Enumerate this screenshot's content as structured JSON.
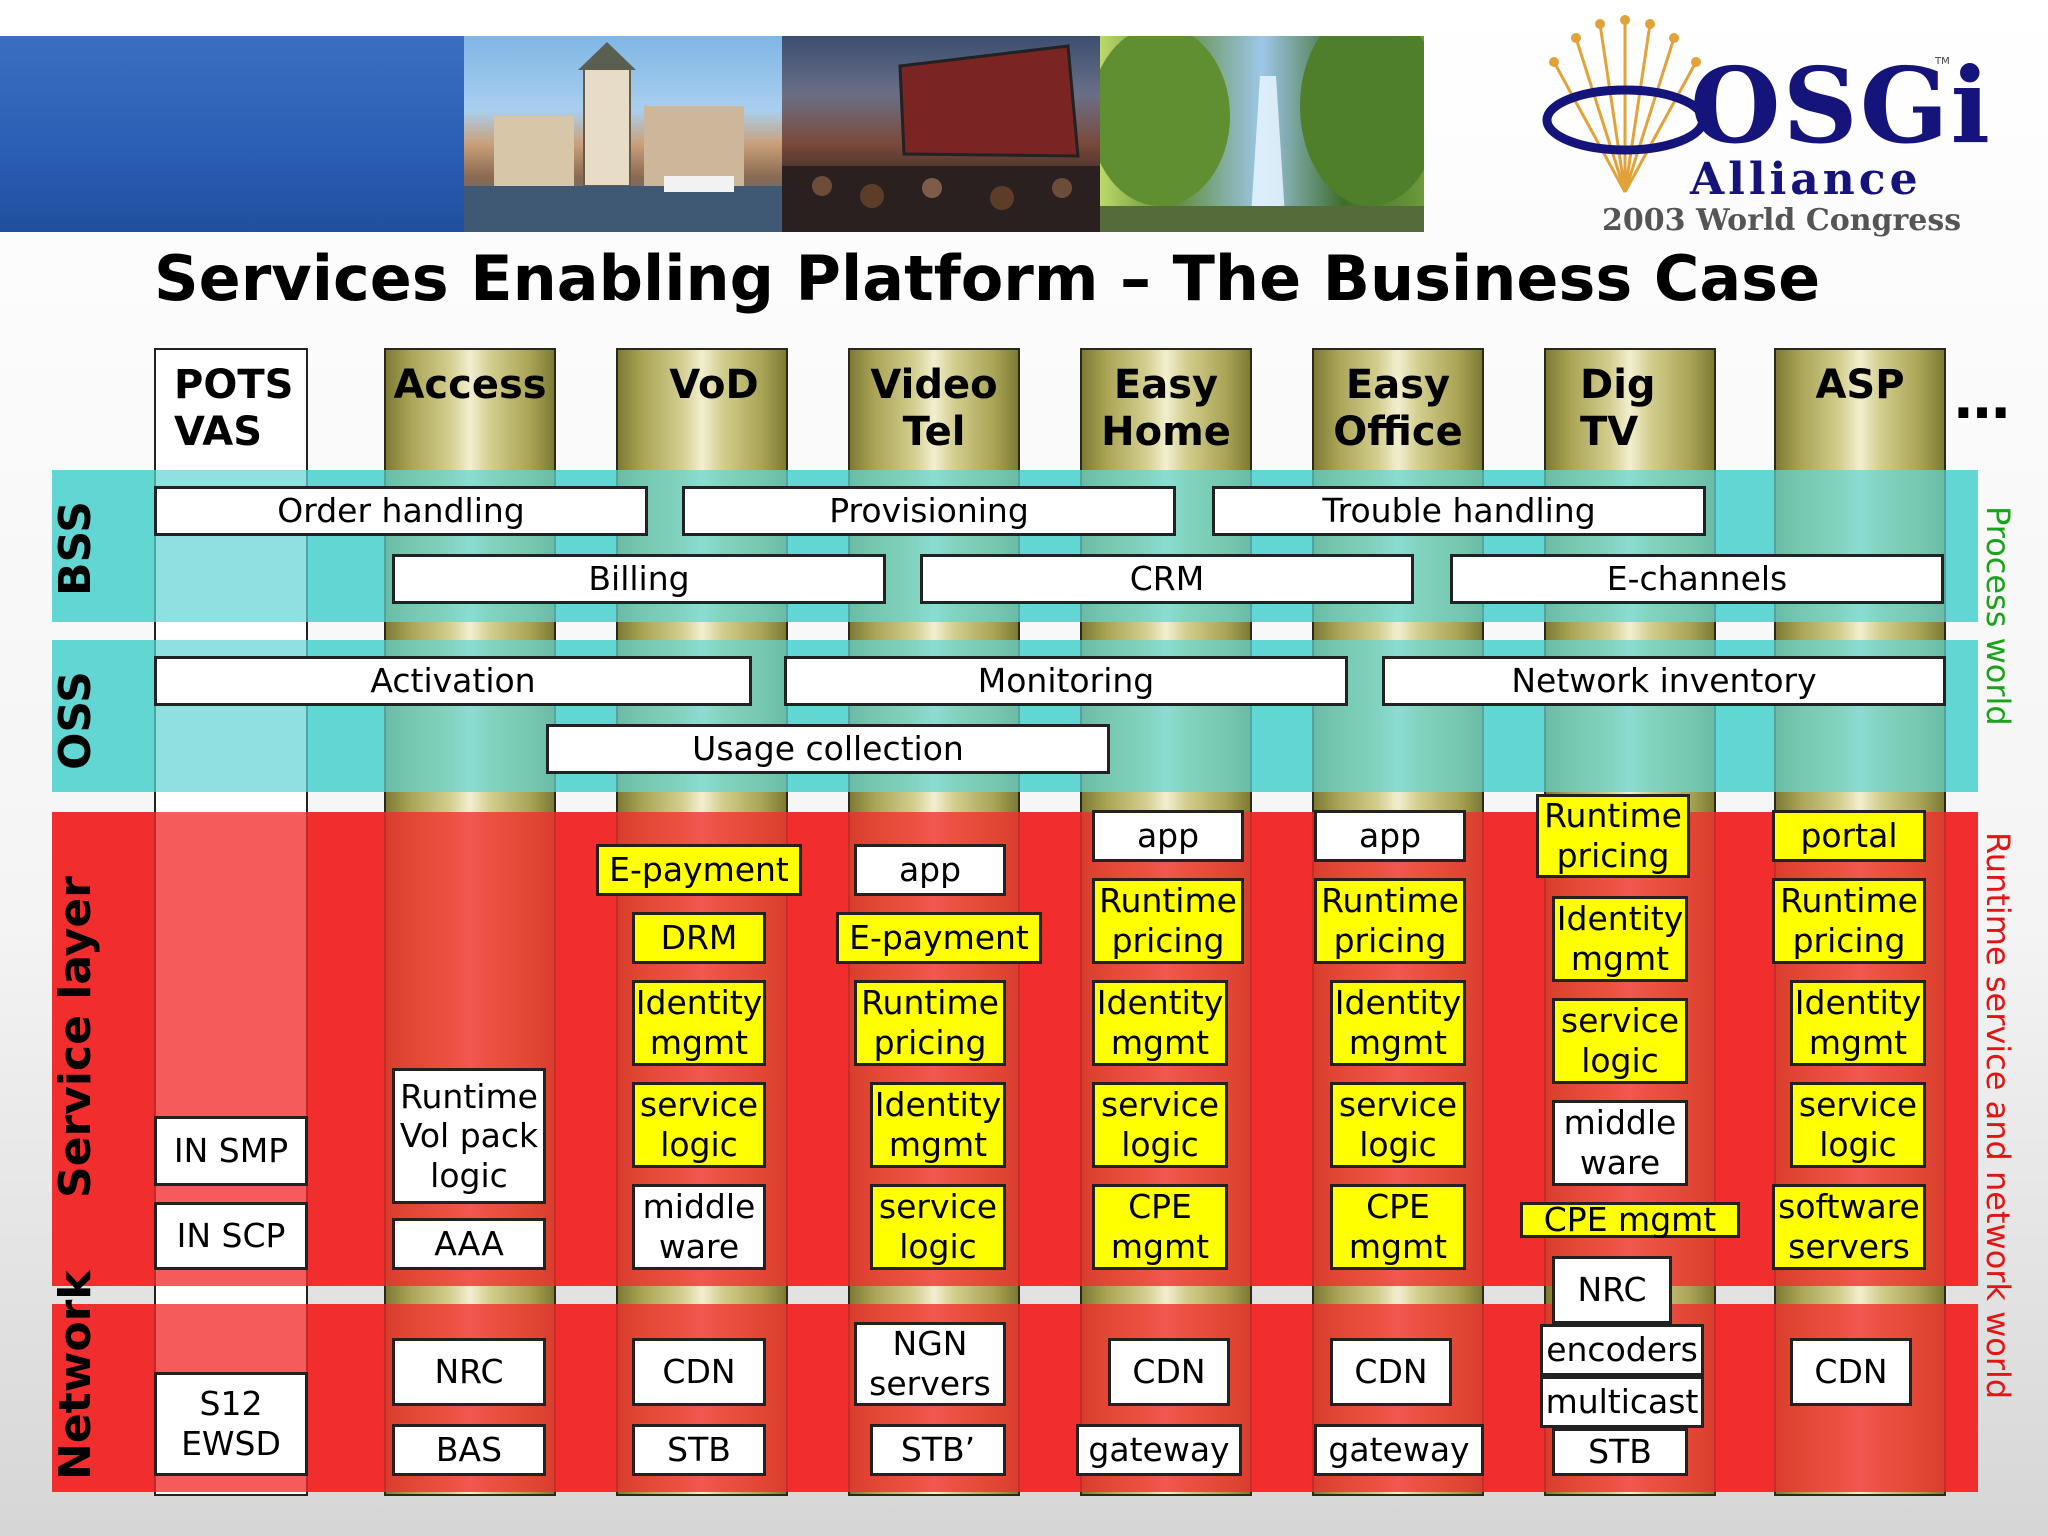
{
  "header": {
    "logo_word": "OSGi",
    "logo_tm": "TM",
    "logo_alliance": "Alliance",
    "logo_event": "2003 World Congress"
  },
  "title": "Services Enabling Platform – The Business Case",
  "columns": [
    {
      "id": "pots",
      "title_lines": [
        "POTS",
        "VAS"
      ]
    },
    {
      "id": "access",
      "title_lines": [
        "Access"
      ]
    },
    {
      "id": "vod",
      "title_lines": [
        "VoD"
      ]
    },
    {
      "id": "videotel",
      "title_lines": [
        "Video",
        "Tel"
      ]
    },
    {
      "id": "easyhome",
      "title_lines": [
        "Easy",
        "Home"
      ]
    },
    {
      "id": "easyoffice",
      "title_lines": [
        "Easy",
        "Office"
      ]
    },
    {
      "id": "digtv",
      "title_lines": [
        "Dig",
        "TV"
      ]
    },
    {
      "id": "asp",
      "title_lines": [
        "ASP"
      ]
    }
  ],
  "more_indicator": "…",
  "bands": {
    "bss": "BSS",
    "oss": "OSS",
    "service": "Service layer",
    "network": "Network"
  },
  "side_labels": {
    "process": "Process world",
    "runtime": "Runtime service and network world"
  },
  "process_boxes": {
    "order": "Order handling",
    "provisioning": "Provisioning",
    "trouble": "Trouble handling",
    "billing": "Billing",
    "crm": "CRM",
    "echannels": "E-channels",
    "activation": "Activation",
    "monitoring": "Monitoring",
    "inventory": "Network inventory",
    "usage": "Usage collection"
  },
  "service_boxes": {
    "pots_smp": "IN SMP",
    "pots_scp": "IN SCP",
    "pots_s12": "S12\nEWSD",
    "access_runtime": "Runtime\nVol pack\nlogic",
    "access_aaa": "AAA",
    "access_nrc": "NRC",
    "access_bas": "BAS",
    "vod_epay": "E-payment",
    "vod_drm": "DRM",
    "vod_identity": "Identity\nmgmt",
    "vod_service": "service\nlogic",
    "vod_middle": "middle\nware",
    "vod_cdn": "CDN",
    "vod_stb": "STB",
    "vt_app": "app",
    "vt_epay": "E-payment",
    "vt_runtime": "Runtime\npricing",
    "vt_identity": "Identity\nmgmt",
    "vt_service": "service\nlogic",
    "vt_ngn": "NGN\nservers",
    "vt_stb": "STB’",
    "eh_app": "app",
    "eh_runtime": "Runtime\npricing",
    "eh_identity": "Identity\nmgmt",
    "eh_service": "service\nlogic",
    "eh_cpe": "CPE\nmgmt",
    "eh_cdn": "CDN",
    "eh_gateway": "gateway",
    "eo_app": "app",
    "eo_runtime": "Runtime\npricing",
    "eo_identity": "Identity\nmgmt",
    "eo_service": "service\nlogic",
    "eo_cpe": "CPE\nmgmt",
    "eo_cdn": "CDN",
    "eo_gateway": "gateway",
    "tv_runtime": "Runtime\npricing",
    "tv_identity": "Identity\nmgmt",
    "tv_service": "service\nlogic",
    "tv_middle": "middle\nware",
    "tv_cpe": "CPE mgmt",
    "tv_nrc": "NRC",
    "tv_encoders": "encoders",
    "tv_multicast": "multicast",
    "tv_stb": "STB",
    "asp_portal": "portal",
    "asp_runtime": "Runtime\npricing",
    "asp_identity": "Identity\nmgmt",
    "asp_service": "service\nlogic",
    "asp_software": "software\nservers",
    "asp_cdn": "CDN"
  },
  "colors": {
    "header_blue": "#2a5eb4",
    "teal_band": "#63d6d2",
    "red_band": "#f22d2d",
    "box_yellow": "#ffff00",
    "logo_navy": "#14147a",
    "process_world_green": "#1aa31a",
    "runtime_world_red": "#e31414"
  }
}
